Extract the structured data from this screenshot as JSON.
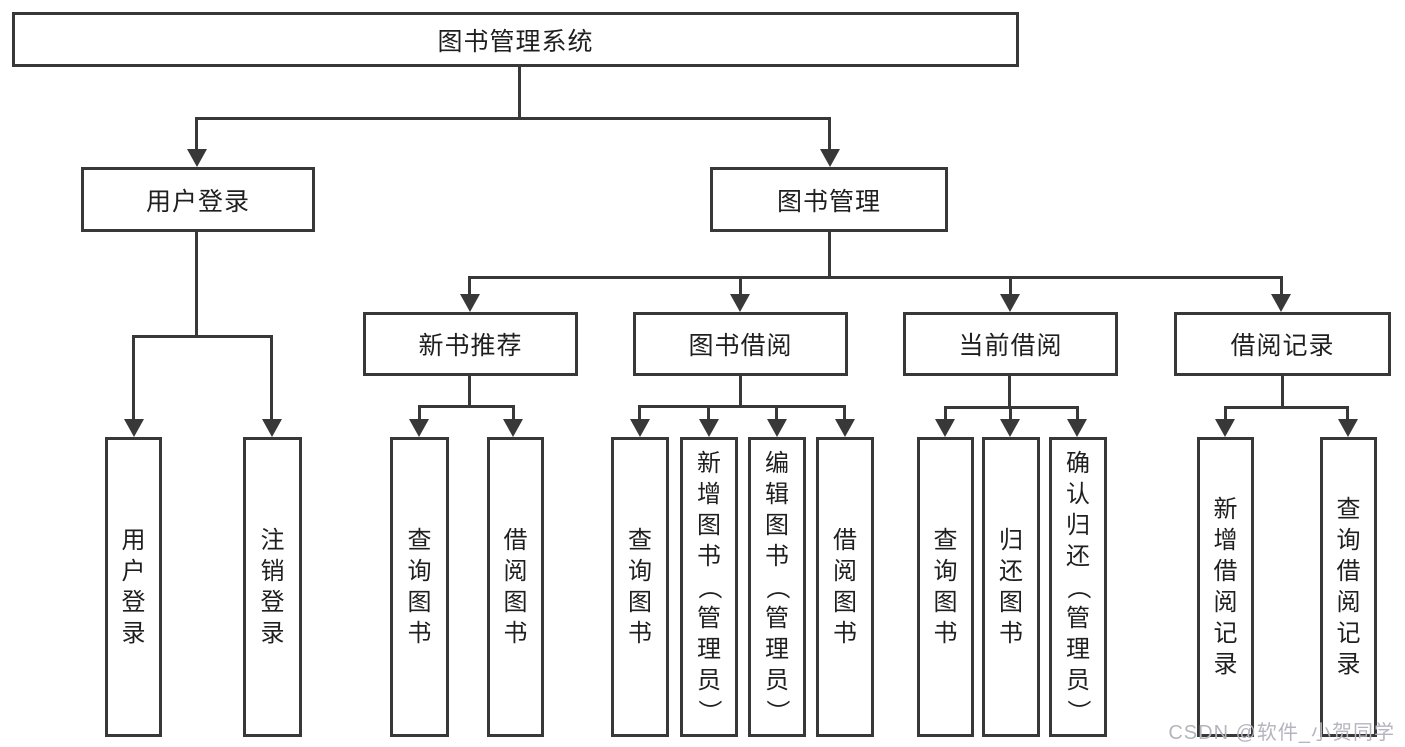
{
  "title": {
    "label": "图书管理系统"
  },
  "level2": {
    "user_login": {
      "label": "用户登录"
    },
    "book_mgmt": {
      "label": "图书管理"
    }
  },
  "level3": {
    "new_books": {
      "label": "新书推荐"
    },
    "book_borrow": {
      "label": "图书借阅"
    },
    "current_borrow": {
      "label": "当前借阅"
    },
    "borrow_records": {
      "label": "借阅记录"
    }
  },
  "leaves": {
    "user_login": [
      "用户登录",
      "注销登录"
    ],
    "new_books": [
      "查询图书",
      "借阅图书"
    ],
    "book_borrow": [
      "查询图书",
      "新增图书（管理员）",
      "编辑图书（管理员）",
      "借阅图书"
    ],
    "current_borrow": [
      "查询图书",
      "归还图书",
      "确认归还（管理员）"
    ],
    "borrow_records": [
      "新增借阅记录",
      "查询借阅记录"
    ]
  },
  "watermark": "CSDN @软件_小贺同学",
  "colors": {
    "line": "#383838",
    "text": "#1f1f1f",
    "watermark": "#b5b5c0",
    "background": "#ffffff"
  }
}
